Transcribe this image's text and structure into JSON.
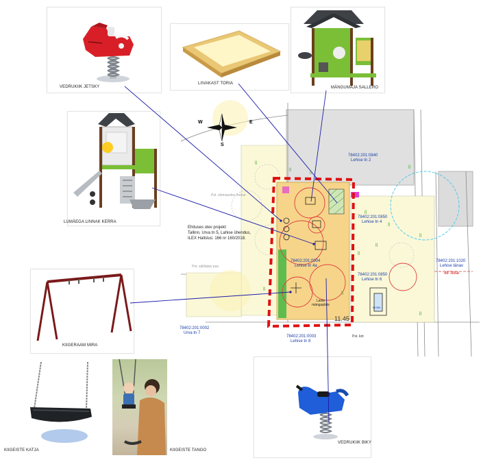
{
  "equipment": {
    "jetsky": "VEDRUKIIK JETSKY",
    "toria": "LIIVAKAST TORIA",
    "sallero": "MÄNGUMAJA SALLERO",
    "kerra": "LUMÄEGA LINNAK KERRA",
    "mira": "KIIGERAAM MIRA",
    "katja": "KIIGEISTE KATJA",
    "tango": "KIIGEISTE TANGO",
    "biky": "VEDRUKIIK BIKY"
  },
  "plan": {
    "compass": {
      "w": "W",
      "e": "E",
      "s": "S"
    },
    "note_lines": [
      "Ehituses olev projekt:",
      "Tallinn, Urva tn 5, Lahise ühendus,",
      "ILEX Hallstus: 166 nr 160/2018."
    ],
    "parcels": [
      {
        "id": "78402:201:0840",
        "street": "Lehise tn 2"
      },
      {
        "id": "78402:201:0850",
        "street": "Lehise tn 4"
      },
      {
        "id": "78402:201:0004",
        "street": "Lehise tn 4a"
      },
      {
        "id": "78402:201:0850",
        "street": "Lehise tn 6"
      },
      {
        "id": "78402:201:1020",
        "street": "Lehise tänav"
      },
      {
        "id": "78402:201:0002",
        "street": "Urva tn 7"
      },
      {
        "id": "78402:201:0003",
        "street": "Lehise tn 8"
      }
    ],
    "labels": {
      "playground": "Laste mänguplats",
      "elevation": "11.45",
      "new_street": "48 Telse",
      "street_small": "Pst. kirt",
      "old_building": "Pst. olemasolev hoone",
      "tree_note": "Pst. säilitatav puu",
      "mobile": "MOBIL"
    }
  },
  "colors": {
    "leader_line": "#1a1aa8",
    "boundary_dash": "#e01010",
    "lawn": "#9ad06a",
    "sand": "#f6d58a",
    "blue_text": "#1b3fa8"
  }
}
